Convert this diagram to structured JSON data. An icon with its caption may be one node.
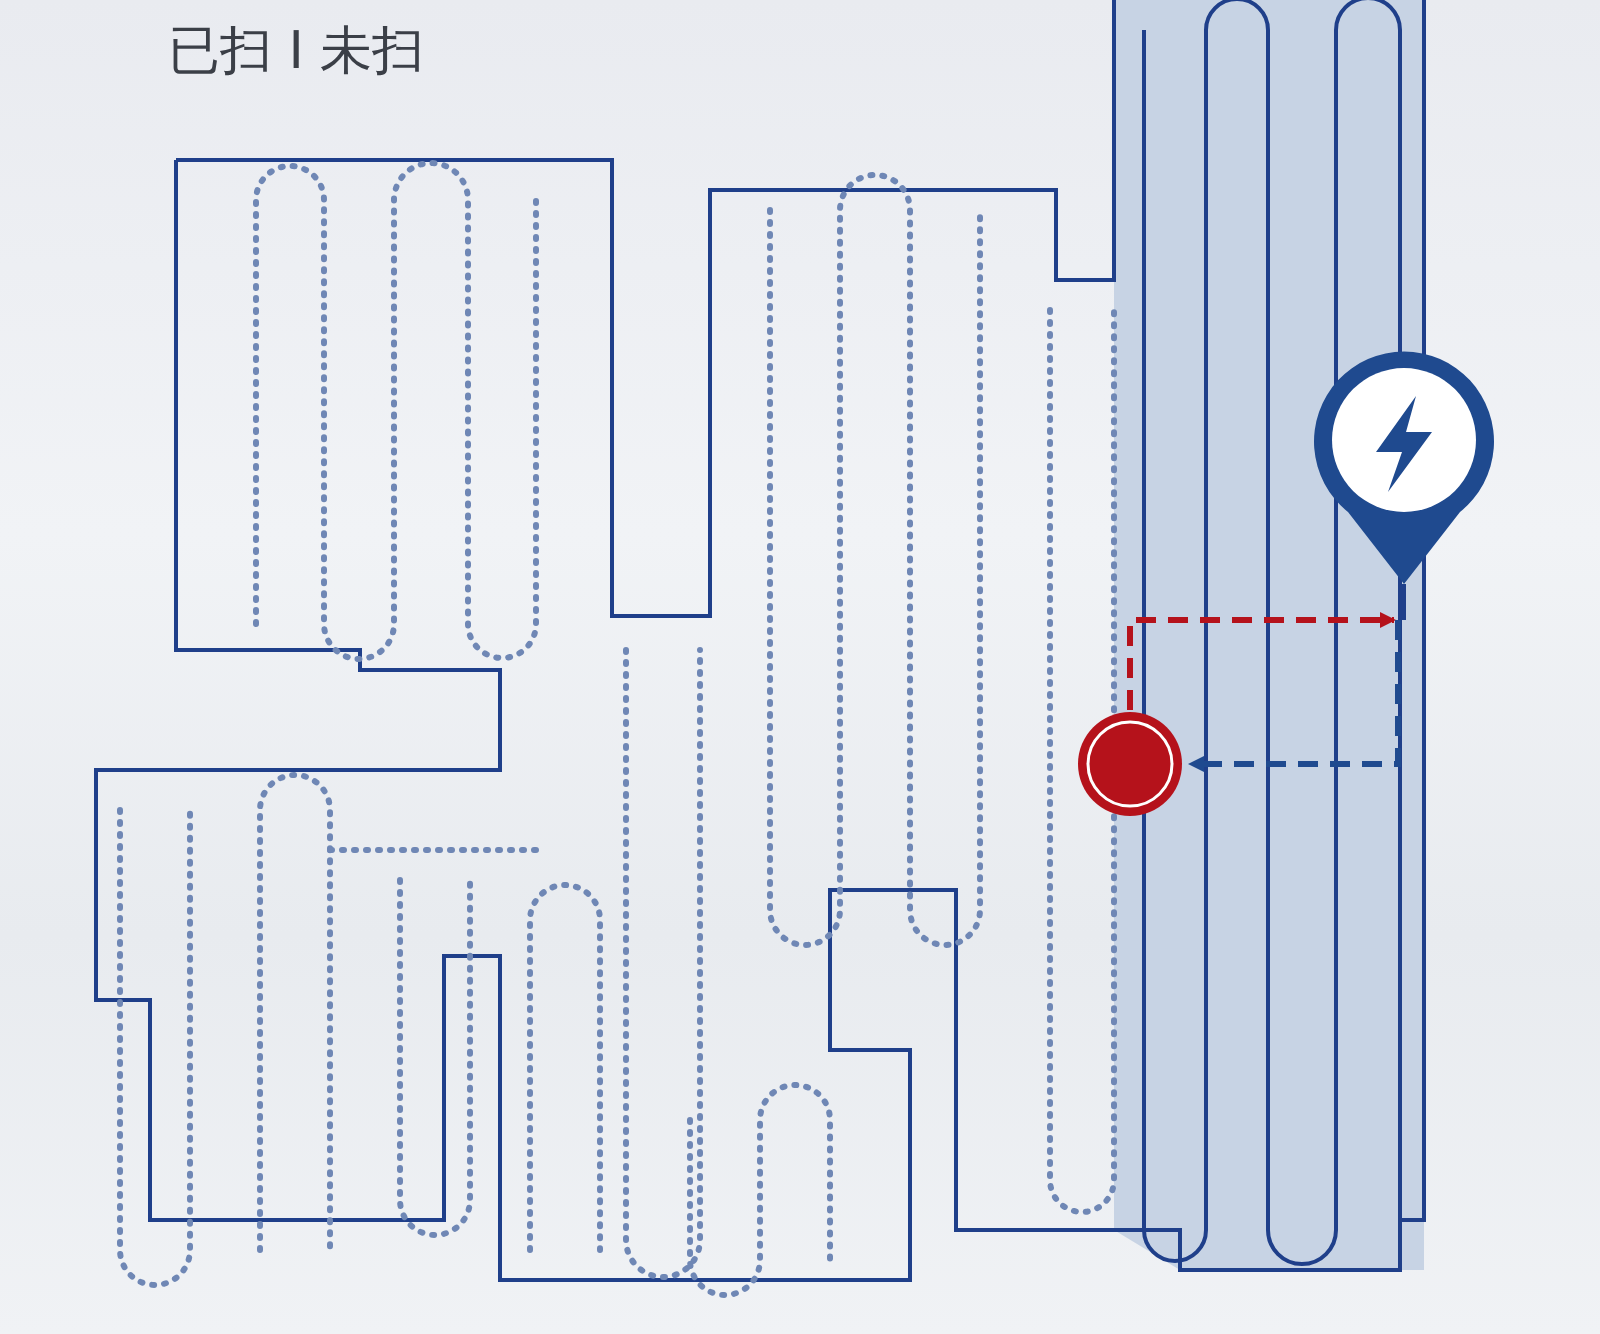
{
  "diagram": {
    "nodes": [
      {
        "text": [],
        "shape": "circle"
      },
      {
        "text": [],
        "shape": "pin"
      }
    ],
    "edges": [
      {
        "from": 0,
        "to": 1,
        "arrow": "to",
        "style": "dashed",
        "color": "#b5121b"
      },
      {
        "from": 1,
        "to": 0,
        "arrow": "to",
        "style": "dashed",
        "color": "#1f4a8f"
      }
    ],
    "labels": [
      "已扫 I 未扫"
    ]
  }
}
